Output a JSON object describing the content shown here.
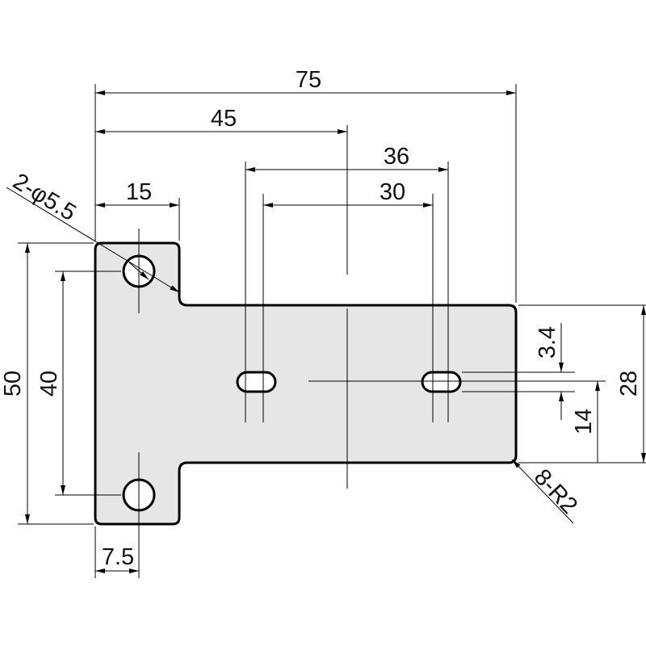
{
  "colors": {
    "part_fill": "#e6e6e6",
    "line": "#000000",
    "background": "#ffffff"
  },
  "dimensions": {
    "overall_width": "75",
    "to_center": "45",
    "slot_outer": "36",
    "slot_inner": "30",
    "tab_width": "15",
    "hole_callout": "2-φ5.5",
    "overall_height": "50",
    "hole_pitch": "40",
    "edge_to_hole": "7.5",
    "slot_width": "3.4",
    "slot_height": "14",
    "body_height": "28",
    "radius_callout": "8-R2"
  }
}
